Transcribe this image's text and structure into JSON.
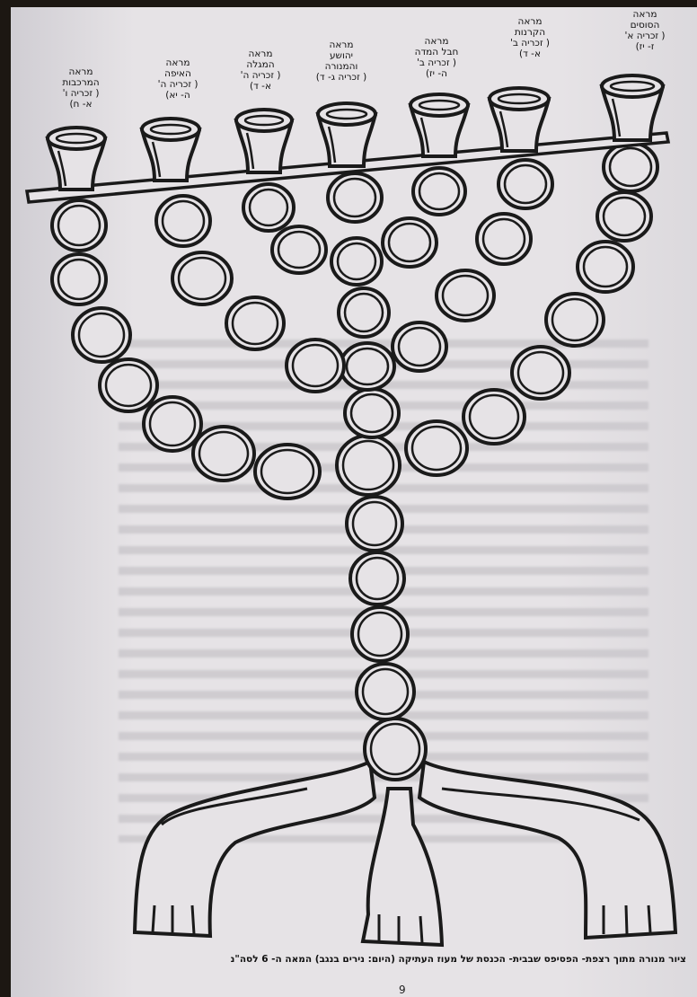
{
  "figure": {
    "subject": "menorah-drawing",
    "labels": [
      {
        "id": "lamp-1",
        "lines": [
          "מראה",
          "הסוסים",
          "( זכריה א'",
          "ז- יז)"
        ]
      },
      {
        "id": "lamp-2",
        "lines": [
          "מראה",
          "הקרנות",
          "( זכריה ב'",
          "א- ד)"
        ]
      },
      {
        "id": "lamp-3",
        "lines": [
          "מראה",
          "חבל המדה",
          "( זכריה ב'",
          "ה- יז)"
        ]
      },
      {
        "id": "lamp-4",
        "lines": [
          "מראה",
          "יהושע",
          "והמנורה",
          "( זכריה ג- ד)"
        ]
      },
      {
        "id": "lamp-5",
        "lines": [
          "מראה",
          "המגלה",
          "( זכריה ה'",
          "א- ד)"
        ]
      },
      {
        "id": "lamp-6",
        "lines": [
          "מראה",
          "האיפה",
          "( זכריה ה'",
          "ה- יא)"
        ]
      },
      {
        "id": "lamp-7",
        "lines": [
          "מראה",
          "המרכבות",
          "( זכריה ו'",
          "א- ח)"
        ]
      }
    ]
  },
  "caption": "ציור מנורה מתוך רצפת- הפסיפס שבבית- הכנסת של מעוז העתיקה (היום: נירים בנגב) המאה ה- 6 לסה\"נ",
  "page_number": "9",
  "colors": {
    "paper": "#e6e3e6",
    "ink": "#1a1a1a",
    "background": "#1c1712"
  }
}
